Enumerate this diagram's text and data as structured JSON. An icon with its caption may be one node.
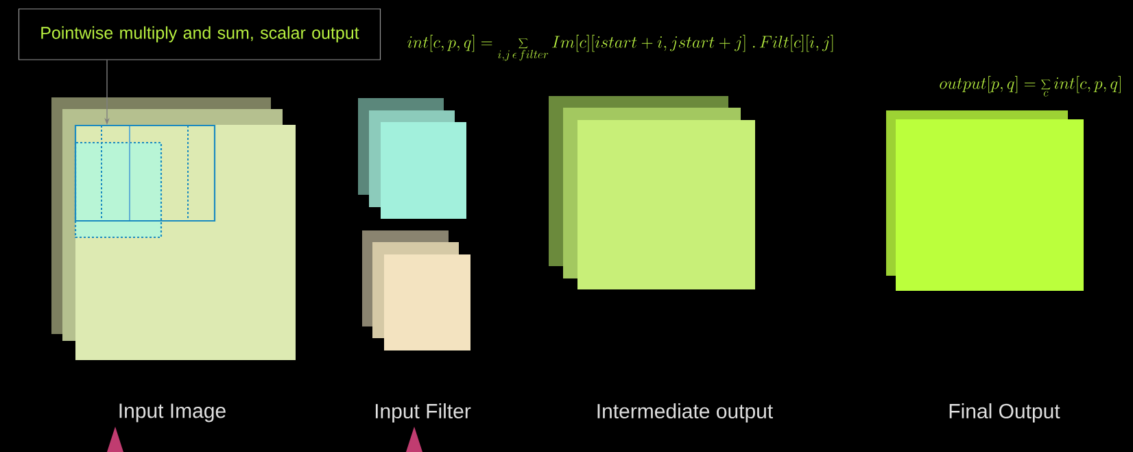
{
  "diagram": {
    "nodes": [
      {
        "text": [
          "Pointwise multiply and sum, scalar output"
        ]
      },
      {
        "text": [],
        "shape": "box"
      }
    ],
    "edges": [
      {
        "from": 0,
        "to": 1,
        "arrow": "to"
      }
    ],
    "labels": [
      "int[c,p,q] = \\sum_{i,j\\,\\epsilon\\, filter} Im[c][istart+i,jstart+j]\\;.\\,Filt[c][i,j]",
      "output[p,q] = \\sum_{c} int[c,p,q]",
      "Input Image",
      "Input Filter",
      "Intermediate output",
      "Final Output"
    ]
  }
}
